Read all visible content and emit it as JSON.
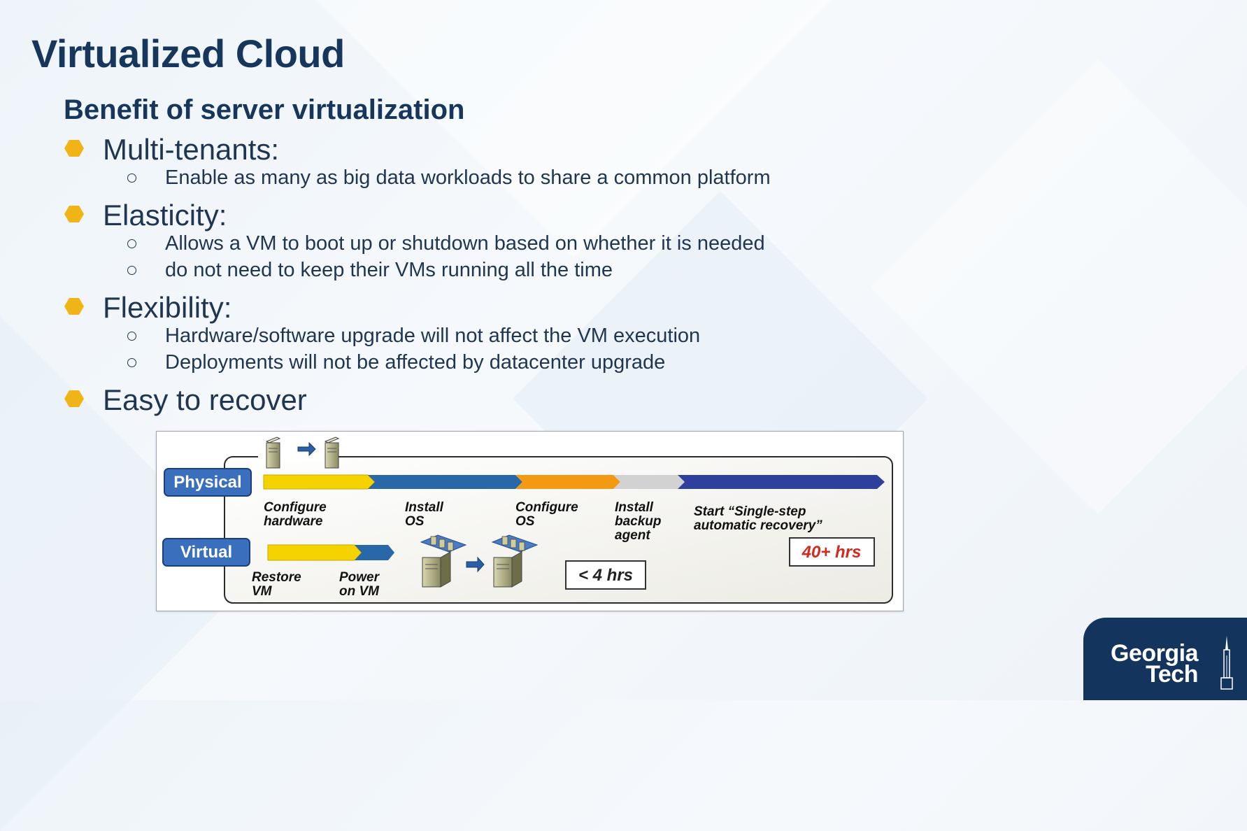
{
  "slide": {
    "title": "Virtualized Cloud",
    "subtitle": "Benefit of server virtualization"
  },
  "bullets": [
    {
      "label": "Multi-tenants:",
      "subs": [
        "Enable as many as big data workloads to share a common platform"
      ]
    },
    {
      "label": "Elasticity:",
      "subs": [
        "Allows a VM to boot up or shutdown based on whether it is needed",
        "do not need to keep their VMs running all the time"
      ]
    },
    {
      "label": "Flexibility:",
      "subs": [
        "Hardware/software upgrade will not affect the VM execution",
        "Deployments will not be affected by datacenter upgrade"
      ]
    },
    {
      "label": "Easy to recover",
      "subs": []
    }
  ],
  "diagram": {
    "physical_label": "Physical",
    "virtual_label": "Virtual",
    "physical_steps": {
      "configure_hardware": [
        "Configure",
        "hardware"
      ],
      "install_os": [
        "Install",
        "OS"
      ],
      "configure_os": [
        "Configure",
        "OS"
      ],
      "install_backup": [
        "Install",
        "backup",
        "agent"
      ],
      "start_recovery": [
        "Start “Single-step",
        "automatic recovery”"
      ]
    },
    "virtual_steps": {
      "restore_vm": [
        "Restore",
        "VM"
      ],
      "power_on_vm": [
        "Power",
        "on VM"
      ]
    },
    "virtual_time": "< 4 hrs",
    "physical_time": "40+ hrs",
    "colors": {
      "yellow": "#f5d300",
      "blue": "#2868a8",
      "orange": "#f39a12",
      "gray": "#d2d2d2",
      "indigo": "#2f3f9e",
      "label_box": "#3a6fbd",
      "time_red": "#d42a1e"
    }
  },
  "logo": {
    "line1": "Georgia",
    "line2": "Tech"
  }
}
